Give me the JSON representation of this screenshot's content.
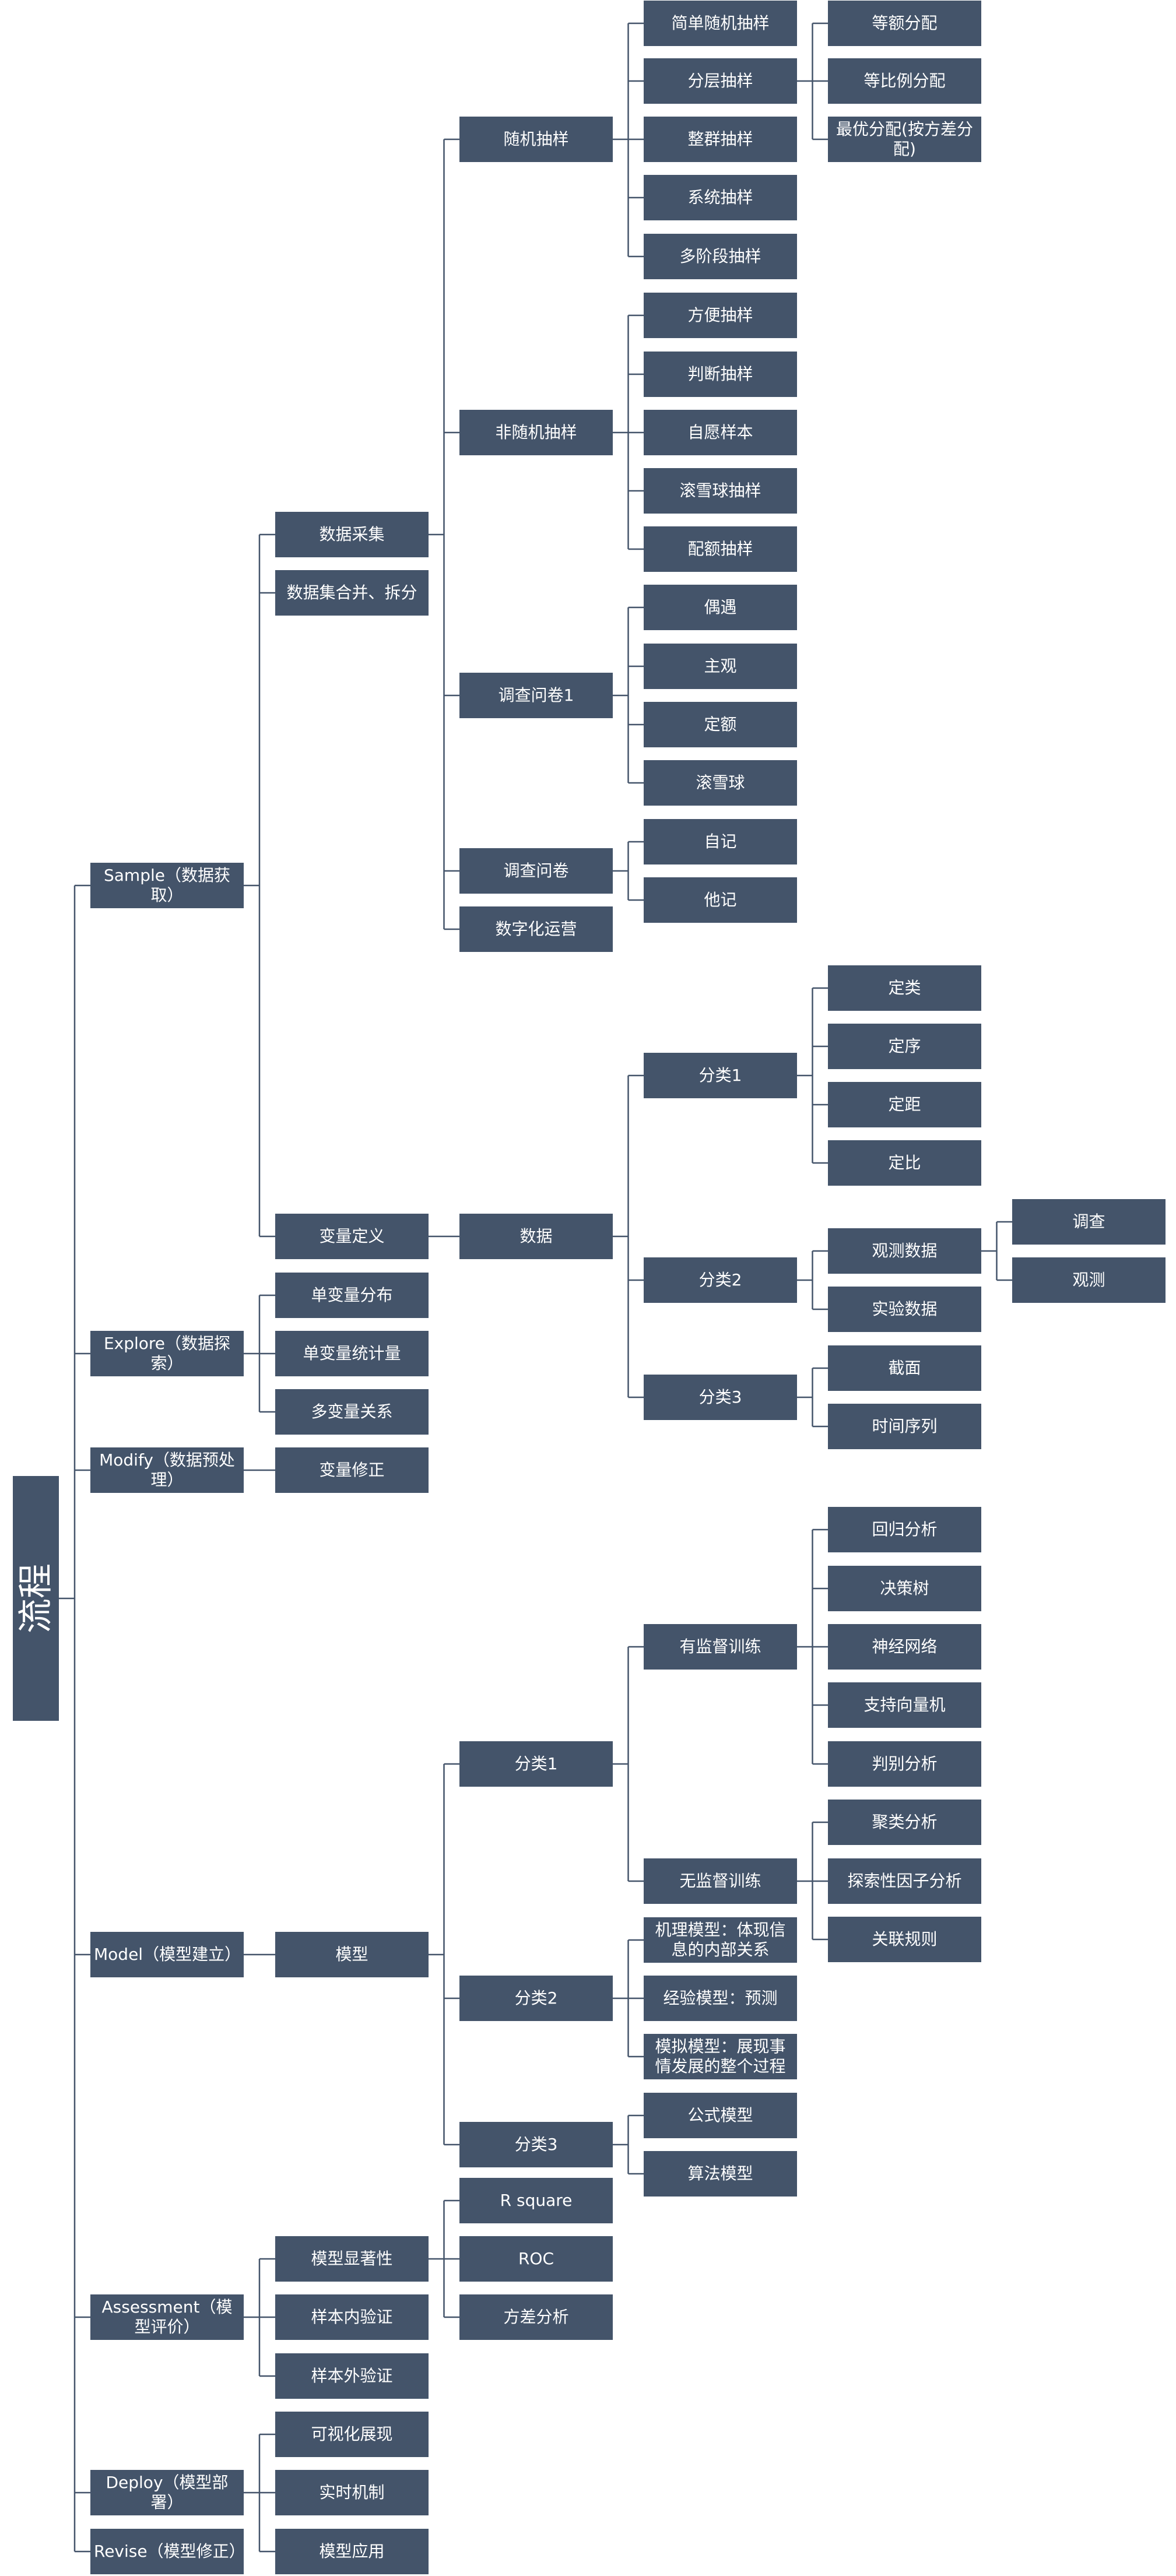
{
  "colors": {
    "node_fill": "#44546a",
    "node_text": "#ffffff",
    "connector": "#44546a"
  },
  "nodes": {
    "root": "流程",
    "sample": "Sample（数据获取）",
    "explore": "Explore（数据探索）",
    "modify": "Modify（数据预处理）",
    "model": "Model（模型建立）",
    "assessment": "Assessment（模型评价）",
    "deploy": "Deploy（模型部署）",
    "revise": "Revise（模型修正）",
    "data_collection": "数据采集",
    "data_merge_split": "数据集合并、拆分",
    "variable_definition": "变量定义",
    "random_sampling": "随机抽样",
    "nonrandom_sampling": "非随机抽样",
    "survey1": "调查问卷1",
    "survey": "调查问卷",
    "digital_ops": "数字化运营",
    "simple_random": "简单随机抽样",
    "stratified": "分层抽样",
    "cluster": "整群抽样",
    "systematic": "系统抽样",
    "multistage": "多阶段抽样",
    "equal_alloc": "等额分配",
    "proportional_alloc": "等比例分配",
    "optimal_alloc": "最优分配(按方差分配)",
    "convenience": "方便抽样",
    "judgment": "判断抽样",
    "voluntary": "自愿样本",
    "snowball_sampling": "滚雪球抽样",
    "quota_sampling": "配额抽样",
    "encounter": "偶遇",
    "subjective": "主观",
    "quota": "定额",
    "snowball": "滚雪球",
    "self_report": "自记",
    "other_report": "他记",
    "data": "数据",
    "data_class1": "分类1",
    "data_class2": "分类2",
    "data_class3": "分类3",
    "nominal": "定类",
    "ordinal": "定序",
    "interval": "定距",
    "ratio": "定比",
    "observational": "观测数据",
    "experimental": "实验数据",
    "survey_data": "调查",
    "observation": "观测",
    "cross_section": "截面",
    "time_series": "时间序列",
    "univariate_dist": "单变量分布",
    "univariate_stats": "单变量统计量",
    "multivariate": "多变量关系",
    "variable_fix": "变量修正",
    "model_node": "模型",
    "model_class1": "分类1",
    "model_class2": "分类2",
    "model_class3": "分类3",
    "supervised": "有监督训练",
    "unsupervised": "无监督训练",
    "regression": "回归分析",
    "decision_tree": "决策树",
    "neural_net": "神经网络",
    "svm": "支持向量机",
    "discriminant": "判别分析",
    "clustering": "聚类分析",
    "efa": "探索性因子分析",
    "association": "关联规则",
    "mechanism_model": "机理模型：体现信息的内部关系",
    "empirical_model": "经验模型：预测",
    "simulation_model": "模拟模型：展现事情发展的整个过程",
    "formula_model": "公式模型",
    "algorithm_model": "算法模型",
    "significance": "模型显著性",
    "in_sample": "样本内验证",
    "out_sample": "样本外验证",
    "r_square": "R square",
    "roc": "ROC",
    "anova": "方差分析",
    "visualization": "可视化展现",
    "realtime": "实时机制",
    "model_application": "模型应用"
  }
}
